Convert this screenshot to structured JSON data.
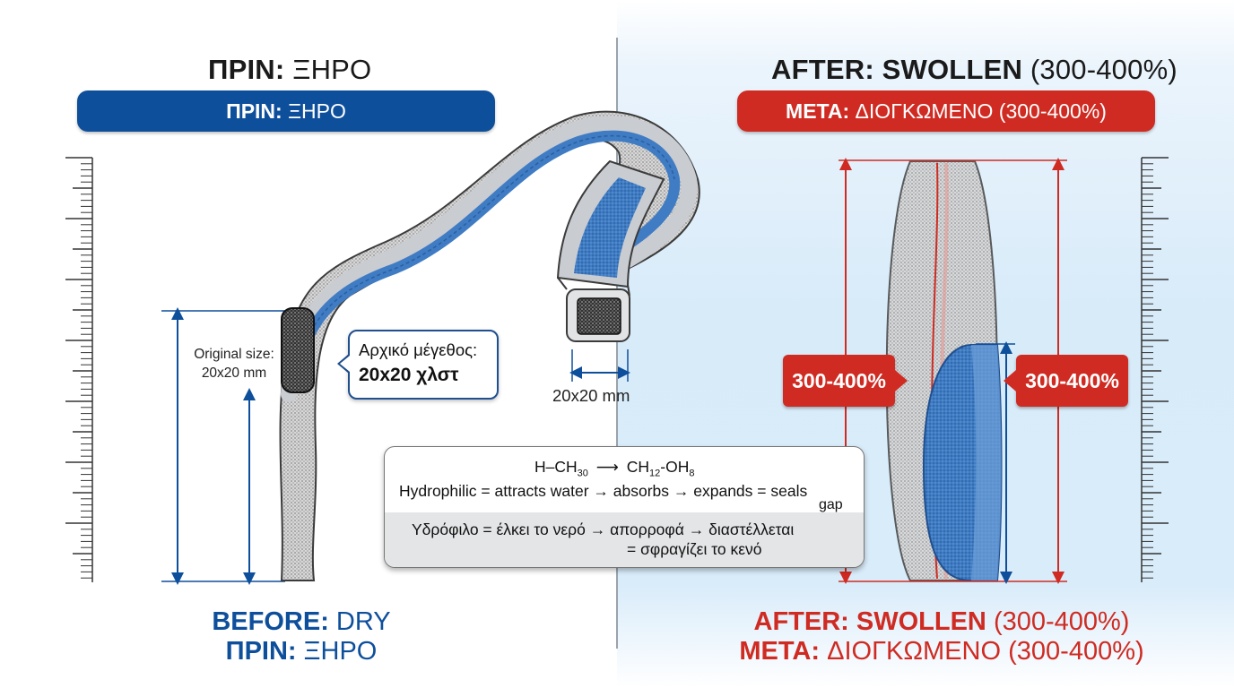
{
  "left": {
    "title_bold": "ΠΡΙΝ:",
    "title_rest": "ΞΗΡΟ",
    "pill_bold": "ΠΡΙΝ:",
    "pill_rest": "ΞΗΡΟ",
    "original_size_line1": "Original size:",
    "original_size_line2": "20x20 mm",
    "callout_line1": "Αρχικό μέγεθος:",
    "callout_line2": "20x20 χλστ",
    "caption_en_bold": "BEFORE:",
    "caption_en_rest": "DRY",
    "caption_gr_bold": "ΠΡΙΝ:",
    "caption_gr_rest": "ΞΗΡΟ"
  },
  "right": {
    "title_bold": "AFTER: SWOLLEN",
    "title_rest": "(300-400%)",
    "pill_bold": "ΜΕΤΑ:",
    "pill_rest": "ΔΙΟΓΚΩΜΕΝΟ (300-400%)",
    "percent_left": "300-400%",
    "percent_right": "300-400%",
    "caption_en_bold": "AFTER: SWOLLEN",
    "caption_en_rest": "(300-400%)",
    "caption_gr_bold": "ΜΕΤΑ:",
    "caption_gr_rest": "ΔΙΟΓΚΩΜΕΝΟ (300-400%)"
  },
  "cross_section_label": "20x20 mm",
  "chemistry": {
    "formula_left": "H–CH",
    "formula_left_sub": "30",
    "formula_right_a": "CH",
    "formula_right_sub1": "12",
    "formula_right_b": "-OH",
    "formula_right_sub2": "8",
    "en_line1": "Hydrophilic = attracts water → absorbs → expands = seals",
    "en_line2": "gap",
    "gr_line1": "Υδρόφιλο = έλκει το νερό → απορροφά → διαστέλλεται",
    "gr_line2": "= σφραγίζει το κενό"
  },
  "colors": {
    "blue": "#0e4f9c",
    "red": "#cf2b22",
    "seal_core": "#3f7cc4"
  }
}
